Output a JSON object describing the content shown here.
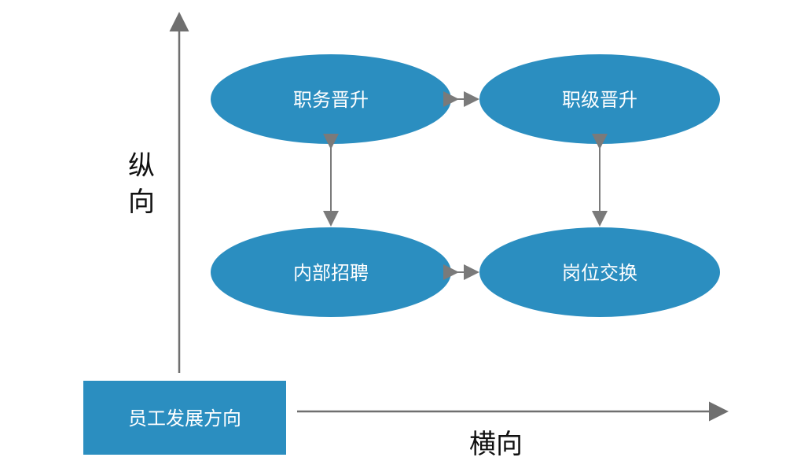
{
  "axes": {
    "vertical_label": [
      "纵",
      "向"
    ],
    "horizontal_label": "横向"
  },
  "origin": {
    "label": "员工发展方向"
  },
  "nodes": {
    "top_left": "职务晋升",
    "top_right": "职级晋升",
    "bottom_left": "内部招聘",
    "bottom_right": "岗位交换"
  },
  "colors": {
    "node_fill": "#2b8ec0",
    "arrow": "#6f6f6f",
    "text": "#ffffff"
  }
}
